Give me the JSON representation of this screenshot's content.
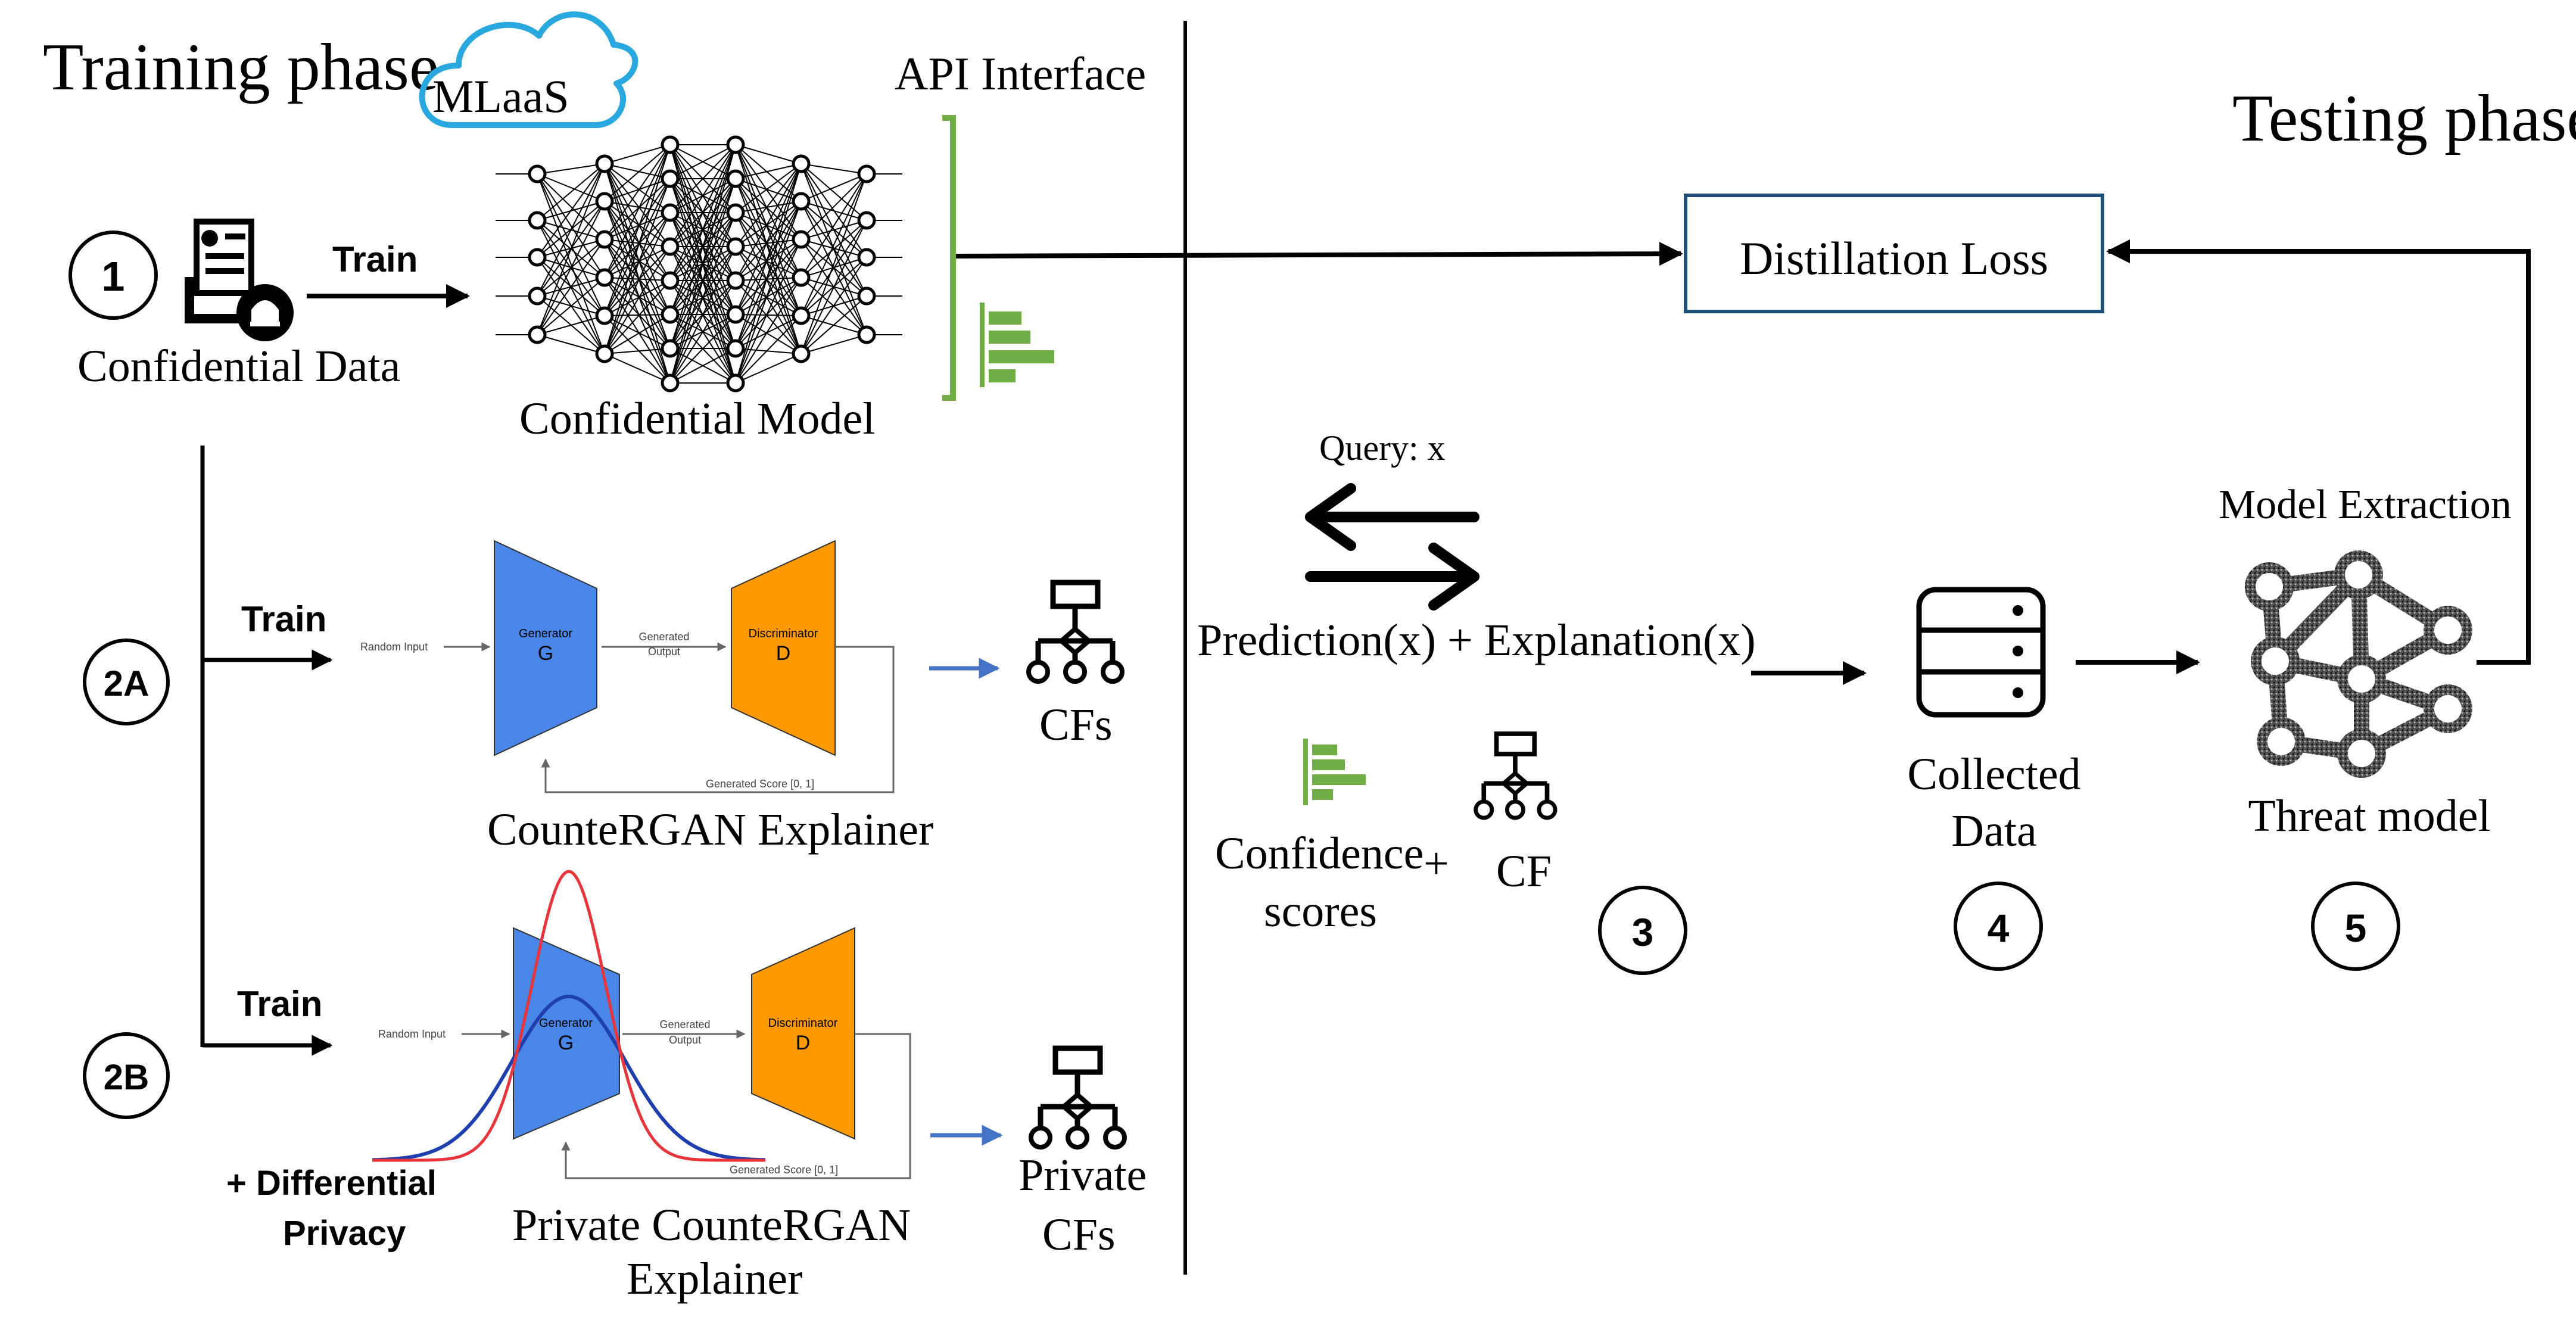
{
  "colors": {
    "ink": "#000000",
    "cloud": "#29a8e0",
    "api_green": "#70ad47",
    "generator": "#4a86e8",
    "discriminator": "#ff9900",
    "box_border": "#1f4e79",
    "gauss_wide": "#1f3fae",
    "gauss_narrow": "#e8353b",
    "cf_arrow": "#4472c4",
    "gray": "#666666"
  },
  "training": {
    "title": "Training phase",
    "cloud_label": "MLaaS",
    "api_label": "API Interface",
    "step1": "1",
    "confidential_data_label": "Confidential Data",
    "train_label": "Train",
    "confidential_model_label": "Confidential Model",
    "step2a": "2A",
    "step2b": "2B",
    "gan_a": {
      "random_input": "Random Input",
      "generator_title": "Generator",
      "generator_letter": "G",
      "generated_output_1": "Generated",
      "generated_output_2": "Output",
      "discriminator_title": "Discriminator",
      "discriminator_letter": "D",
      "score": "Generated Score [0, 1]",
      "caption": "CounteRGAN Explainer",
      "output_label": "CFs"
    },
    "gan_b": {
      "random_input": "Random Input",
      "generator_title": "Generator",
      "generator_letter": "G",
      "generated_output_1": "Generated",
      "generated_output_2": "Output",
      "discriminator_title": "Discriminator",
      "discriminator_letter": "D",
      "score": "Generated Score [0, 1]",
      "caption_1": "Private CounteRGAN",
      "caption_2": "Explainer",
      "output_label_1": "Private",
      "output_label_2": "CFs",
      "dp_label_1": "+ Differential",
      "dp_label_2": "Privacy"
    }
  },
  "testing": {
    "title": "Testing phase",
    "distillation_label": "Distillation Loss",
    "query_label": "Query: x",
    "prediction_label": "Prediction(x) + Explanation(x)",
    "confidence_label_1": "Confidence",
    "confidence_label_2": "scores",
    "plus": "+",
    "cf_label": "CF",
    "collected_label_1": "Collected",
    "collected_label_2": "Data",
    "model_extraction_label": "Model Extraction",
    "threat_model_label": "Threat model",
    "step3": "3",
    "step4": "4",
    "step5": "5"
  }
}
